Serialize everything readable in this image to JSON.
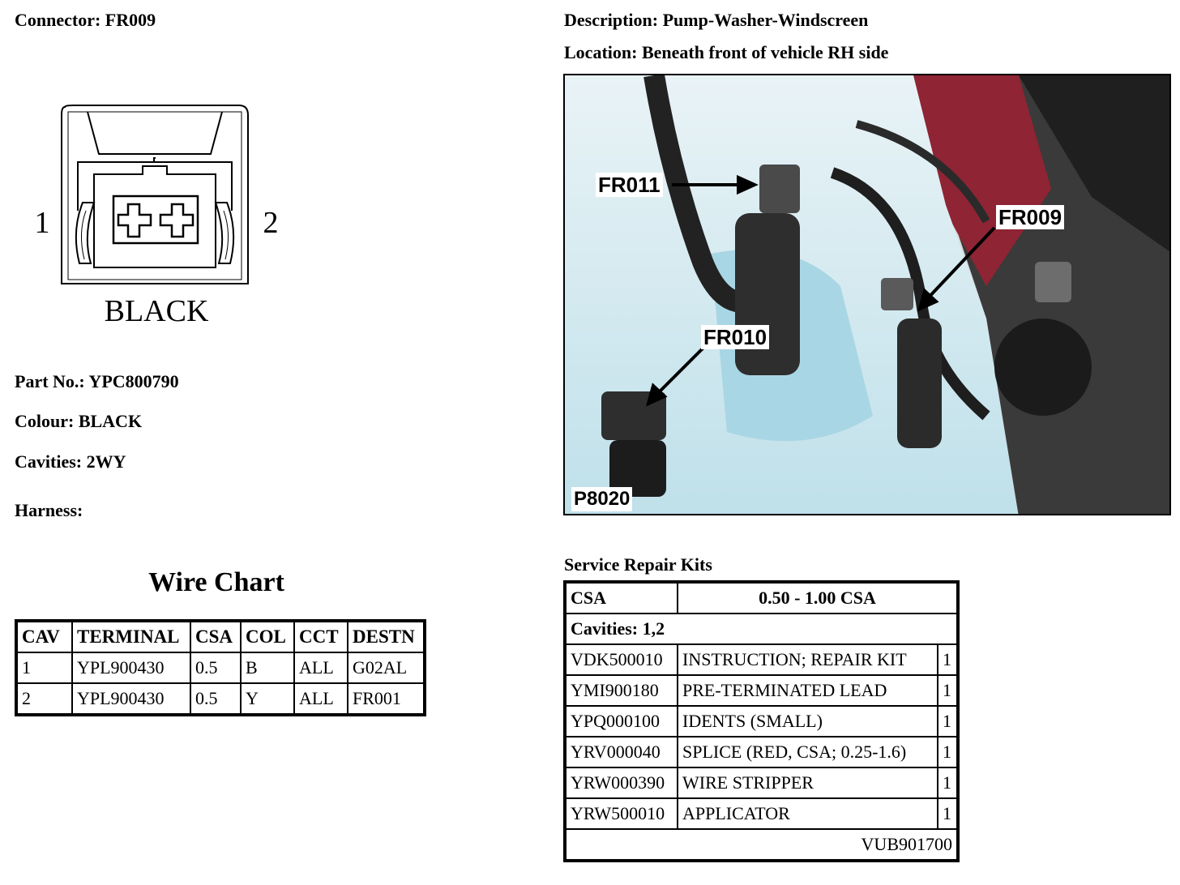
{
  "header": {
    "connector": "Connector: FR009",
    "description": "Description: Pump-Washer-Windscreen",
    "location": "Location: Beneath front of vehicle RH side"
  },
  "connector_diagram": {
    "pin_left": "1",
    "pin_right": "2",
    "color_label": "BLACK"
  },
  "details": {
    "part_no": "Part No.: YPC800790",
    "colour": "Colour: BLACK",
    "cavities": "Cavities: 2WY",
    "harness": "Harness:"
  },
  "wire_chart": {
    "title": "Wire Chart",
    "headers": [
      "CAV",
      "TERMINAL",
      "CSA",
      "COL",
      "CCT",
      "DESTN"
    ],
    "rows": [
      [
        "1",
        "YPL900430",
        "0.5",
        "B",
        "ALL",
        "G02AL"
      ],
      [
        "2",
        "YPL900430",
        "0.5",
        "Y",
        "ALL",
        "FR001"
      ]
    ]
  },
  "photo": {
    "callouts": [
      "FR011",
      "FR009",
      "FR010"
    ],
    "ref": "P8020"
  },
  "service_repair_kits": {
    "title": "Service Repair Kits",
    "csa_label": "CSA",
    "csa_value": "0.50 - 1.00 CSA",
    "cavities": "Cavities: 1,2",
    "items": [
      [
        "VDK500010",
        "INSTRUCTION; REPAIR KIT",
        "1"
      ],
      [
        "YMI900180",
        "PRE-TERMINATED LEAD",
        "1"
      ],
      [
        "YPQ000100",
        "IDENTS (SMALL)",
        "1"
      ],
      [
        "YRV000040",
        "SPLICE (RED, CSA; 0.25-1.6)",
        "1"
      ],
      [
        "YRW000390",
        "WIRE STRIPPER",
        "1"
      ],
      [
        "YRW500010",
        "APPLICATOR",
        "1"
      ]
    ],
    "footer": "VUB901700"
  }
}
